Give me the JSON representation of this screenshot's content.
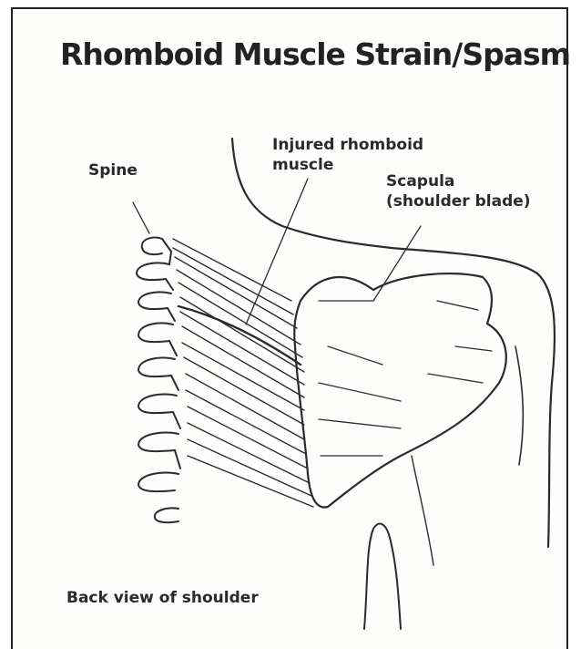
{
  "title": "Rhomboid Muscle Strain/Spasm",
  "labels": {
    "spine": "Spine",
    "injured_line1": "Injured rhomboid",
    "injured_line2": "muscle",
    "scapula_line1": "Scapula",
    "scapula_line2": "(shoulder blade)"
  },
  "caption": "Back view of shoulder",
  "colors": {
    "ink": "#2b2b2b",
    "paper": "#fdfdfc"
  }
}
